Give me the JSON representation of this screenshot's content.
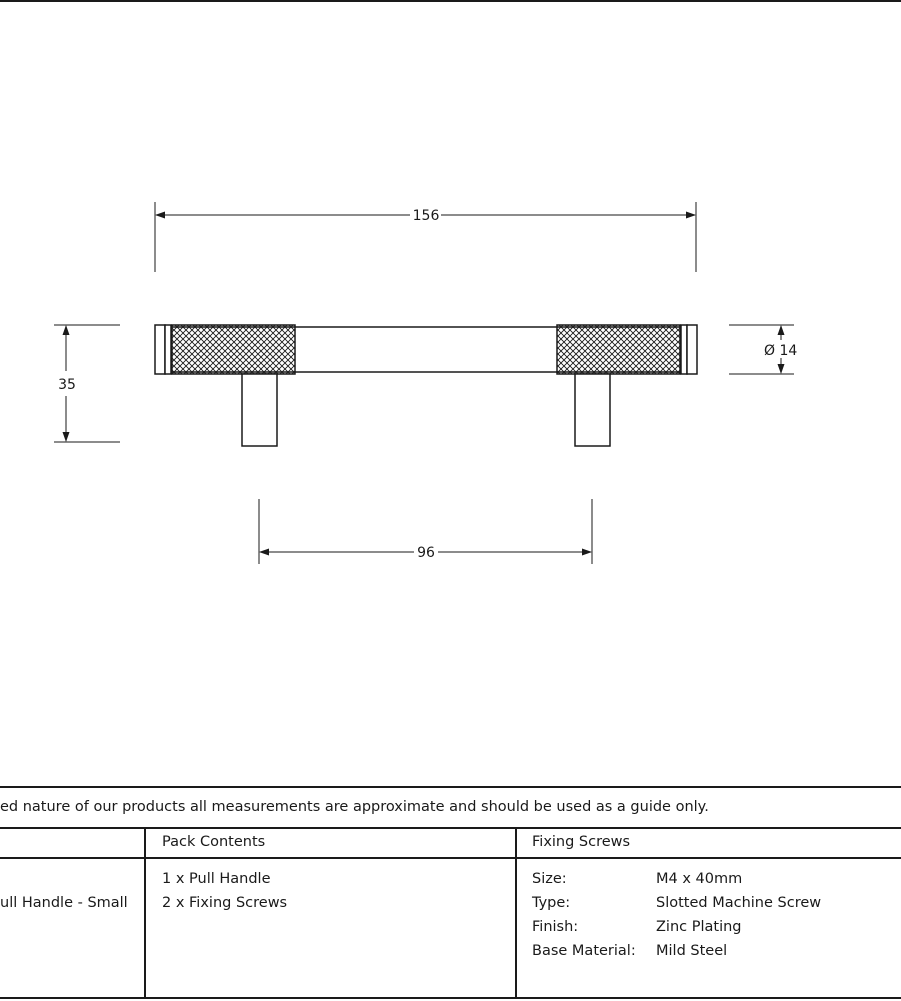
{
  "dimensions": {
    "overall_length": "156",
    "centres": "96",
    "projection": "35",
    "diameter": "Ø 14"
  },
  "disclaimer": "ed nature of our products all measurements are approximate and should be used as a guide only.",
  "product": {
    "name": "ull Handle - Small"
  },
  "pack_contents": {
    "heading": "Pack Contents",
    "items": [
      "1 x Pull Handle",
      "2 x Fixing Screws"
    ]
  },
  "fixing_screws": {
    "heading": "Fixing Screws",
    "specs": [
      {
        "label": "Size:",
        "value": "M4 x 40mm"
      },
      {
        "label": "Type:",
        "value": "Slotted Machine Screw"
      },
      {
        "label": "Finish:",
        "value": "Zinc Plating"
      },
      {
        "label": "Base Material:",
        "value": "Mild Steel"
      }
    ]
  }
}
